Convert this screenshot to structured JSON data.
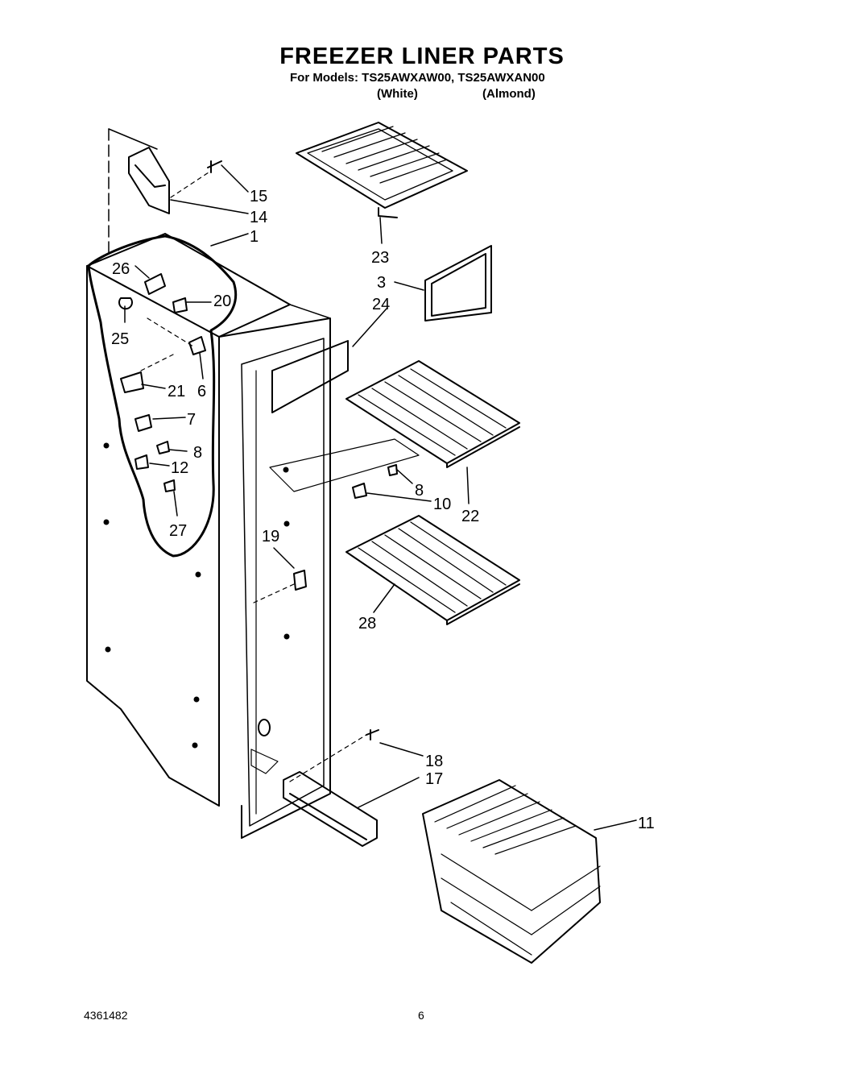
{
  "header": {
    "title": "FREEZER LINER PARTS",
    "models_line": "For Models: TS25AWXAW00, TS25AWXAN00",
    "variant_white": "(White)",
    "variant_almond": "(Almond)"
  },
  "callouts": {
    "c1": "1",
    "c3": "3",
    "c6": "6",
    "c7": "7",
    "c8a": "8",
    "c8b": "8",
    "c10": "10",
    "c11": "11",
    "c12": "12",
    "c14": "14",
    "c15": "15",
    "c17": "17",
    "c18": "18",
    "c19": "19",
    "c20": "20",
    "c21": "21",
    "c22": "22",
    "c23": "23",
    "c24": "24",
    "c25": "25",
    "c26": "26",
    "c27": "27",
    "c28": "28"
  },
  "footer": {
    "doc_number": "4361482",
    "page_number": "6"
  }
}
